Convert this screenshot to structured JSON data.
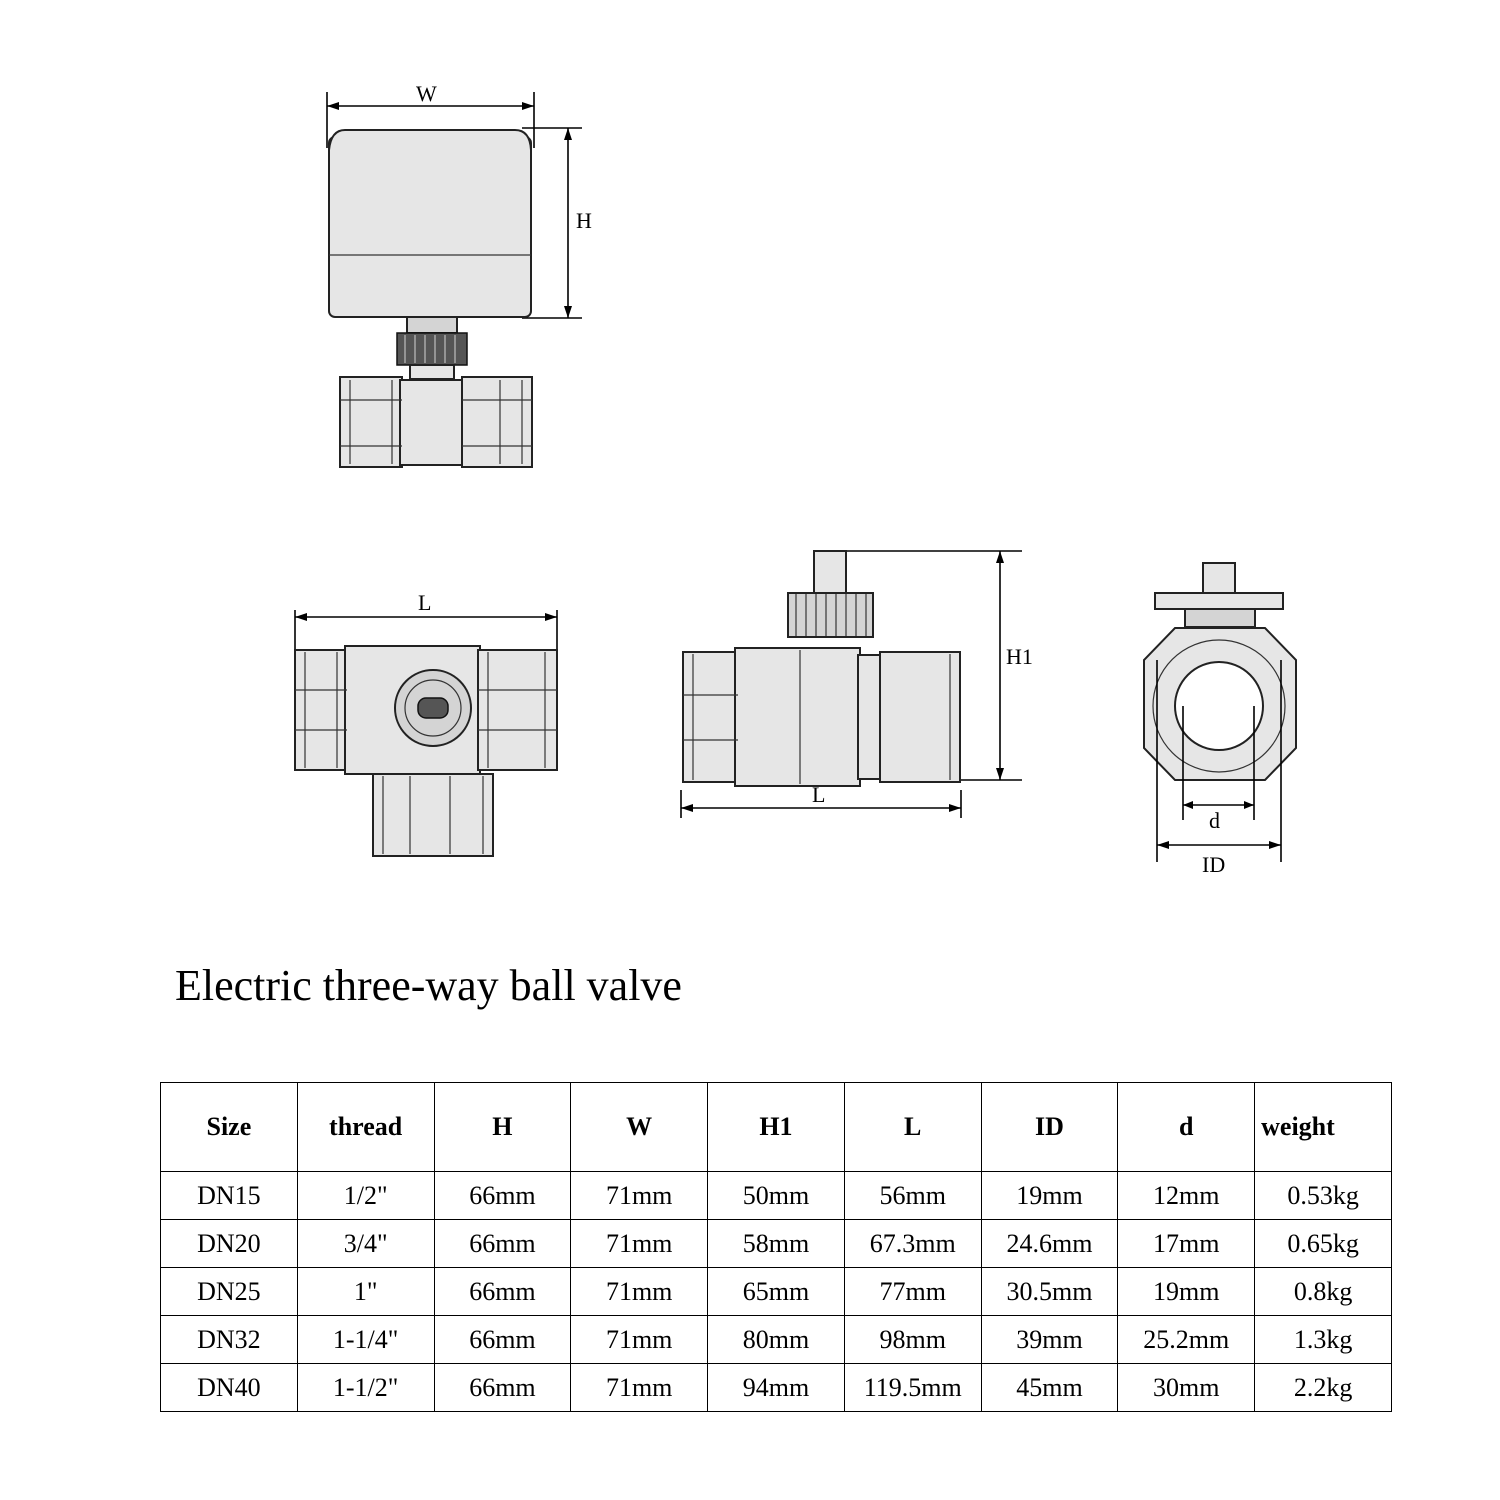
{
  "drawing": {
    "top_view": {
      "w_label": "W",
      "h_label": "H"
    },
    "plan_view": {
      "l_label": "L"
    },
    "side_view": {
      "h1_label": "H1",
      "l_label": "L"
    },
    "end_view": {
      "d_label": "d",
      "id_label": "ID"
    }
  },
  "title": "Electric three-way ball valve",
  "table": {
    "headers": [
      "Size",
      "thread",
      "H",
      "W",
      "H1",
      "L",
      "ID",
      "d",
      "weight"
    ],
    "rows": [
      [
        "DN15",
        "1/2\"",
        "66mm",
        "71mm",
        "50mm",
        "56mm",
        "19mm",
        "12mm",
        "0.53kg"
      ],
      [
        "DN20",
        "3/4\"",
        "66mm",
        "71mm",
        "58mm",
        "67.3mm",
        "24.6mm",
        "17mm",
        "0.65kg"
      ],
      [
        "DN25",
        "1\"",
        "66mm",
        "71mm",
        "65mm",
        "77mm",
        "30.5mm",
        "19mm",
        "0.8kg"
      ],
      [
        "DN32",
        "1-1/4\"",
        "66mm",
        "71mm",
        "80mm",
        "98mm",
        "39mm",
        "25.2mm",
        "1.3kg"
      ],
      [
        "DN40",
        "1-1/2\"",
        "66mm",
        "71mm",
        "94mm",
        "119.5mm",
        "45mm",
        "30mm",
        "2.2kg"
      ]
    ]
  }
}
